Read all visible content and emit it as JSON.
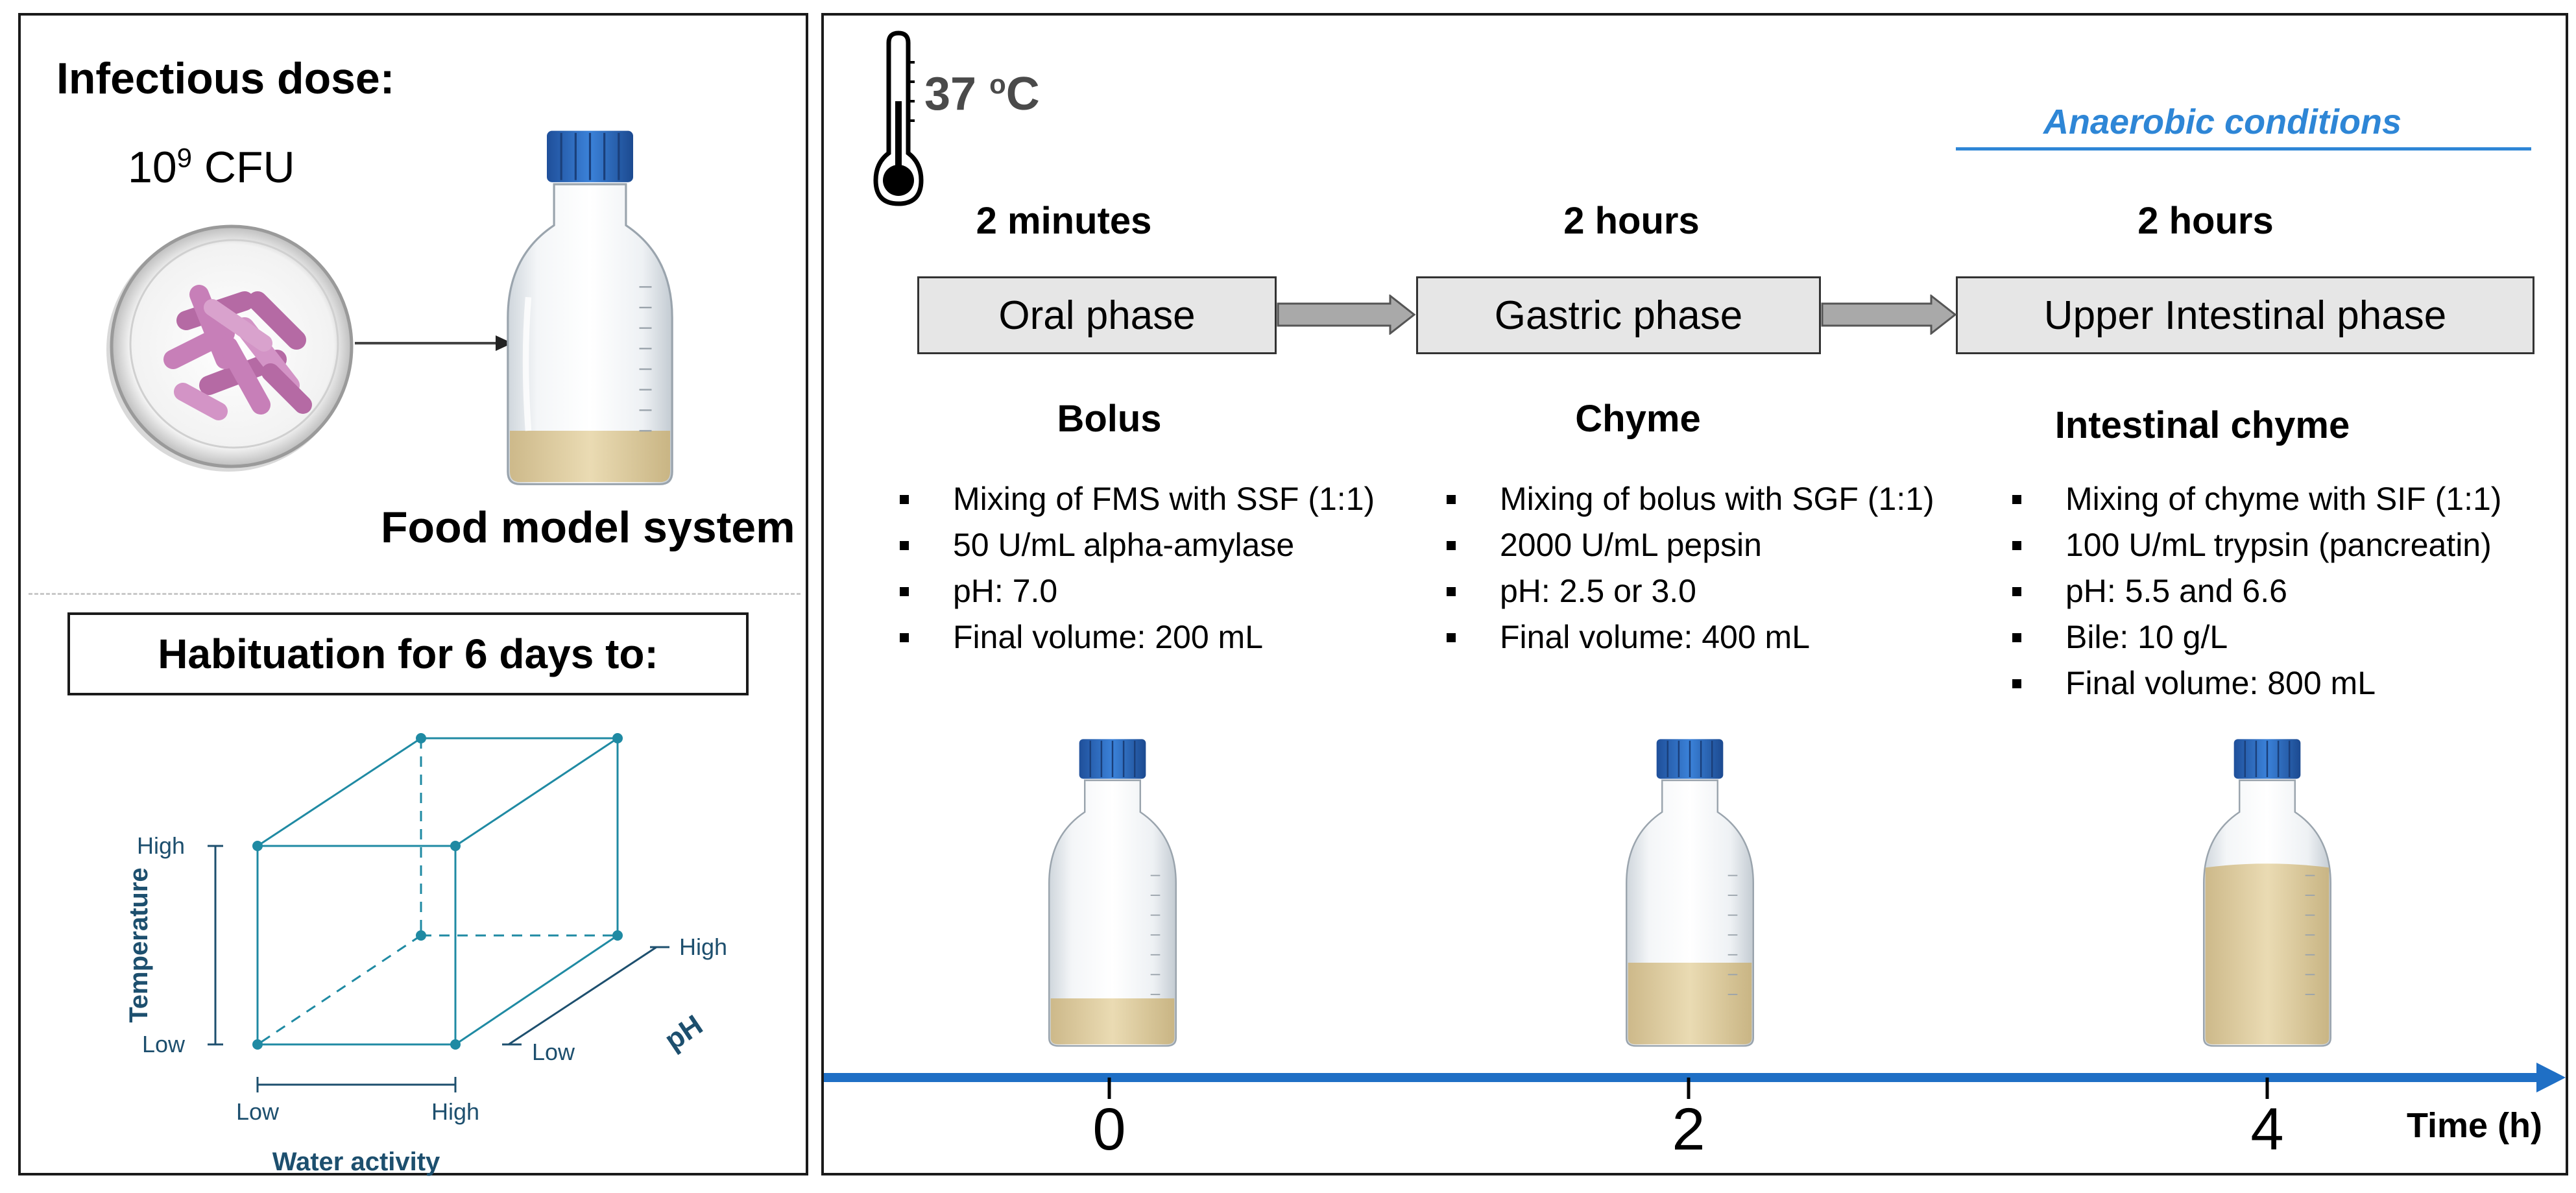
{
  "left_panel": {
    "infectious_dose_title": "Infectious dose:",
    "cfu_base": "10",
    "cfu_exponent": "9",
    "cfu_unit": " CFU",
    "food_model_label": "Food model system",
    "habituation_title": "Habituation for 6 days to:",
    "cube": {
      "temperature_label": "Temperature",
      "temperature_high": "High",
      "temperature_low": "Low",
      "water_activity_label": "Water activity",
      "water_low": "Low",
      "water_high": "High",
      "ph_label": "pH",
      "ph_high": "High",
      "ph_low": "Low"
    }
  },
  "right_panel": {
    "temperature_value": "37 ",
    "temperature_degree": "o",
    "temperature_unit": "C",
    "anaerobic_label": "Anaerobic conditions",
    "phases": [
      {
        "duration": "2 minutes",
        "name": "Oral phase",
        "product": "Bolus",
        "bullets": [
          "Mixing of FMS with SSF (1:1)",
          "50 U/mL alpha-amylase",
          "pH: 7.0",
          "Final volume: 200 mL"
        ]
      },
      {
        "duration": "2 hours",
        "name": "Gastric phase",
        "product": "Chyme",
        "bullets": [
          "Mixing of bolus with SGF (1:1)",
          "2000 U/mL pepsin",
          "pH: 2.5 or 3.0",
          "Final volume: 400 mL"
        ]
      },
      {
        "duration": "2 hours",
        "name": "Upper Intestinal phase",
        "product": "Intestinal chyme",
        "bullets": [
          "Mixing of chyme with SIF (1:1)",
          "100 U/mL trypsin (pancreatin)",
          "pH: 5.5 and 6.6",
          "Bile: 10 g/L",
          "Final volume: 800 mL"
        ]
      }
    ],
    "timeline": {
      "ticks": [
        "0",
        "2",
        "4"
      ],
      "axis_label": "Time (h)"
    }
  },
  "colors": {
    "timeline_blue": "#1f6fc5",
    "anaerobic_blue": "#2e86d6",
    "cube_teal": "#1f8aa3",
    "cube_label_navy": "#1d4f6e",
    "bottle_cap_blue": "#2d6fc2",
    "bacteria_pink": "#c77fb8",
    "phase_box_gray": "#e6e6e6",
    "liquid_tan": "#e3d2a7"
  }
}
